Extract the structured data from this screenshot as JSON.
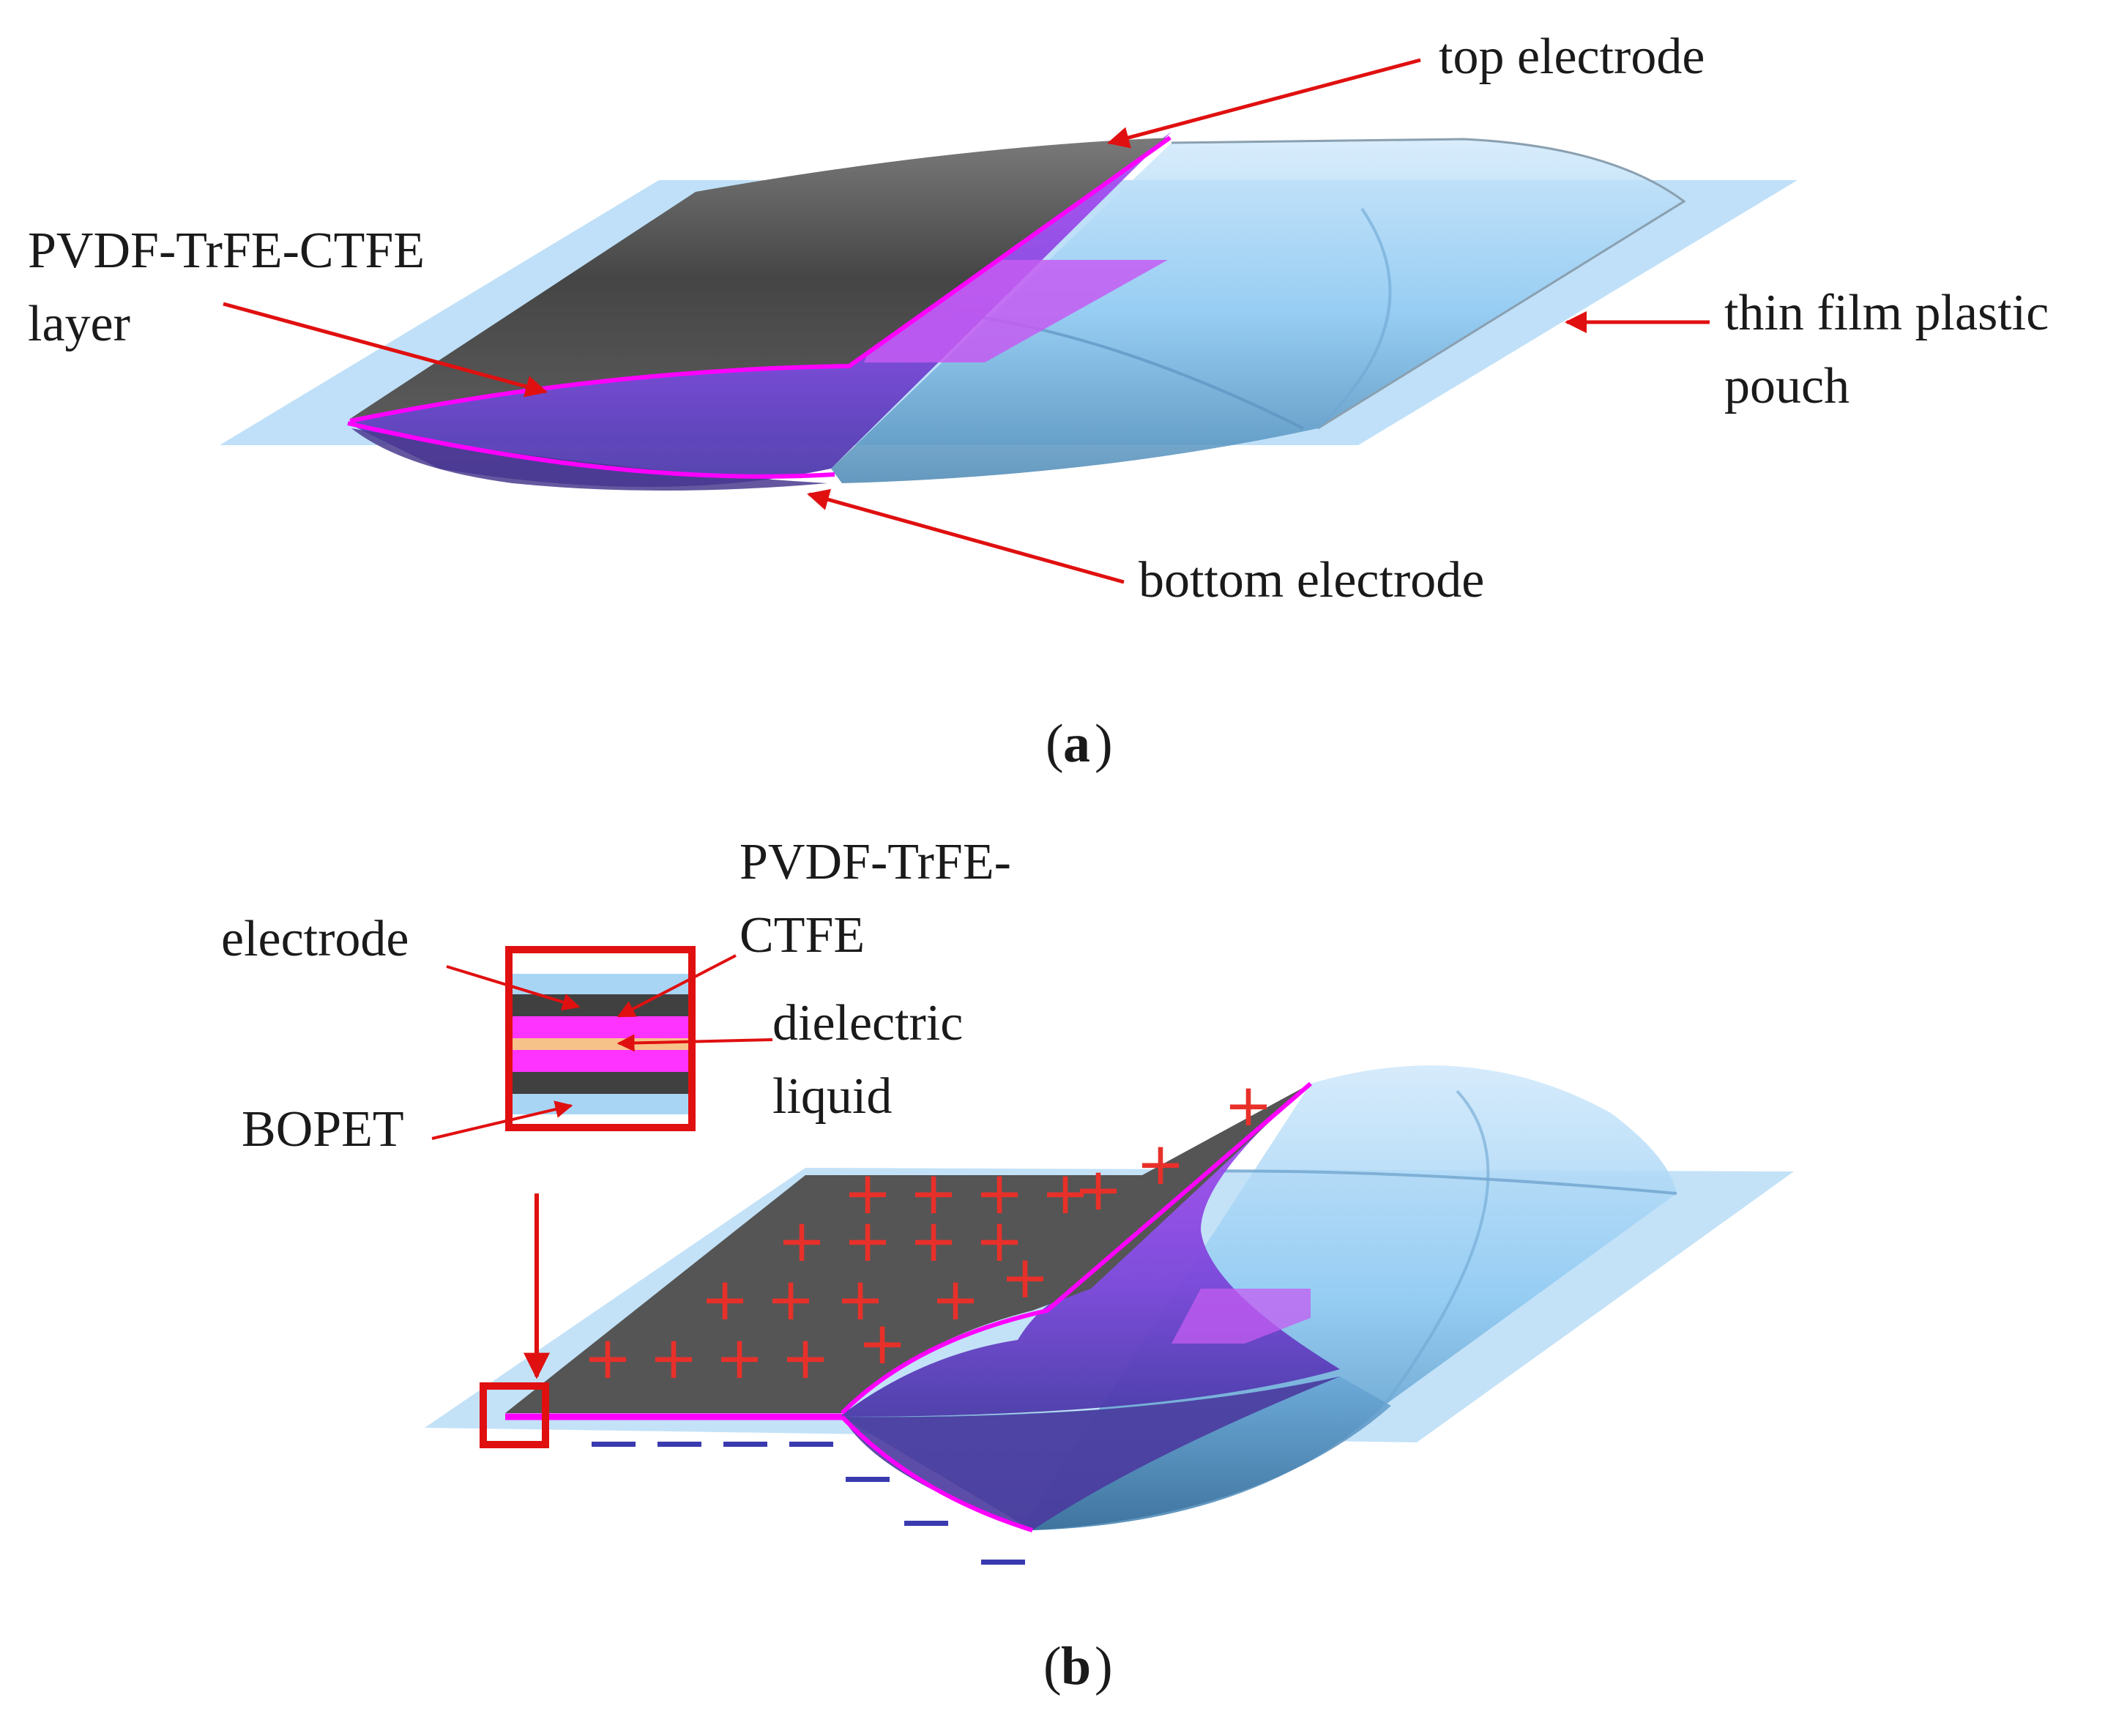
{
  "panel_a": {
    "caption_label": "a",
    "labels": {
      "top_electrode": "top electrode",
      "layer_line1": "PVDF-TrFE-CTFE",
      "layer_line2": "layer",
      "pouch_line1": "thin film plastic",
      "pouch_line2": "pouch",
      "bottom_electrode": "bottom electrode"
    }
  },
  "panel_b": {
    "caption_label": "b",
    "labels": {
      "pvdf_line1": "PVDF-TrFE-",
      "pvdf_line2": "CTFE",
      "electrode": "electrode",
      "dielectric_line1": "dielectric",
      "dielectric_line2": "liquid",
      "bopet": "BOPET"
    },
    "charges": {
      "positive": "+",
      "negative": "—"
    }
  },
  "colors": {
    "pouch": "#8ec9f2",
    "electrode": "#4d4d4d",
    "pvdf": "#c24cf0",
    "magenta": "#ff00ff",
    "arrow": "#e01010",
    "negative_charge": "#3a3ab0"
  }
}
